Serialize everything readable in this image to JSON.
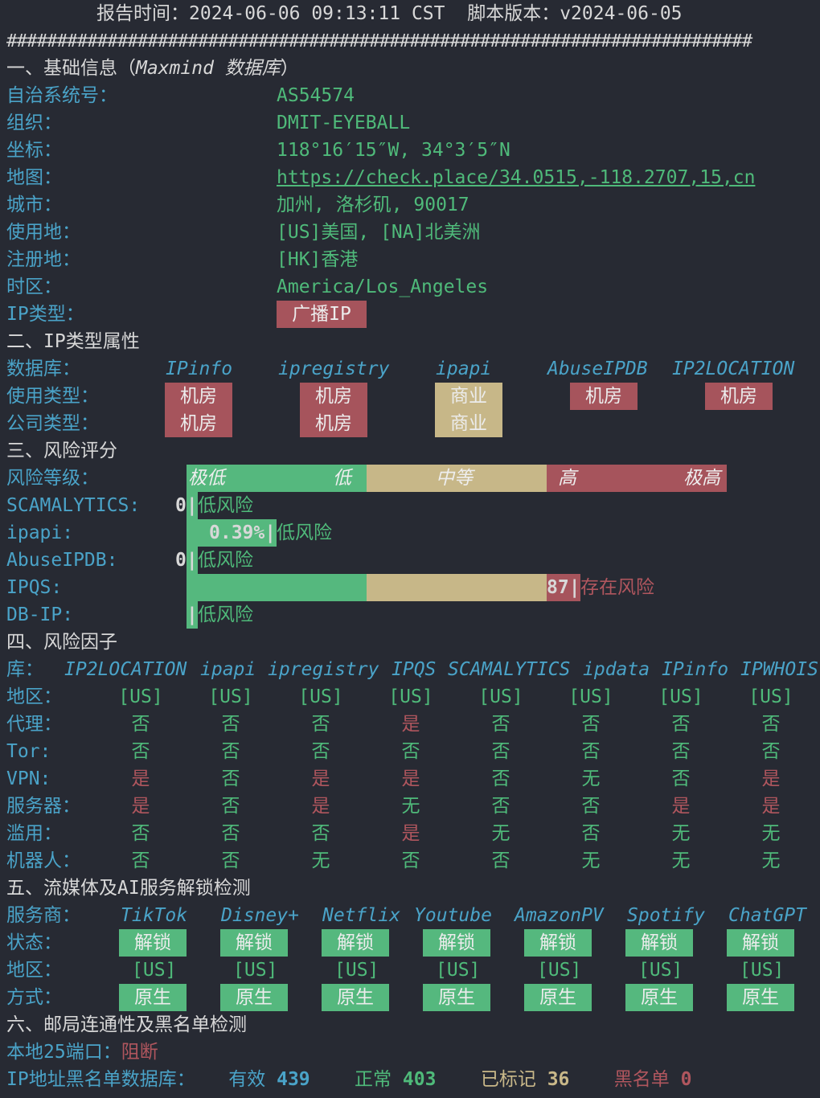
{
  "header": {
    "report_time_label": "报告时间：",
    "report_time": "2024-06-06 09:13:11 CST",
    "version_label": "脚本版本：",
    "version": "v2024-06-05"
  },
  "separator": "##########################################################################",
  "basic": {
    "title": "一、基础信息（",
    "title_italic": "Maxmind 数据库",
    "title_end": "）",
    "rows": [
      {
        "label": "自治系统号：",
        "value": "AS54574"
      },
      {
        "label": "组织：",
        "value": "DMIT-EYEBALL"
      },
      {
        "label": "坐标：",
        "value": "118°16′15″W, 34°3′5″N"
      },
      {
        "label": "地图：",
        "value": "https://check.place/34.0515,-118.2707,15,cn"
      },
      {
        "label": "城市：",
        "value": "加州, 洛杉矶, 90017"
      },
      {
        "label": "使用地：",
        "value": "[US]美国, [NA]北美洲"
      },
      {
        "label": "注册地：",
        "value": "[HK]香港"
      },
      {
        "label": "时区：",
        "value": "America/Los_Angeles"
      },
      {
        "label": "IP类型：",
        "value": "广播IP"
      }
    ]
  },
  "iptype": {
    "title": "二、IP类型属性",
    "db_label": "数据库：",
    "usage_label": "使用类型：",
    "company_label": "公司类型：",
    "dbs": [
      "IPinfo",
      "ipregistry",
      "ipapi",
      "AbuseIPDB",
      "IP2LOCATION"
    ],
    "usage": [
      "机房",
      "机房",
      "商业",
      "机房",
      "机房"
    ],
    "company": [
      "机房",
      "机房",
      "商业",
      "",
      ""
    ]
  },
  "risk": {
    "title": "三、风险评分",
    "level_label": "风险等级：",
    "levels": [
      "极低",
      "低",
      "中等",
      "高",
      "极高"
    ],
    "scores": [
      {
        "label": "SCAMALYTICS:",
        "score": "0",
        "verdict": "低风险"
      },
      {
        "label": "ipapi:",
        "score": "0.39%",
        "verdict": "低风险"
      },
      {
        "label": "AbuseIPDB:",
        "score": "0",
        "verdict": "低风险"
      },
      {
        "label": "IPQS:",
        "score": "87",
        "verdict": "存在风险"
      },
      {
        "label": "DB-IP:",
        "score": "",
        "verdict": "低风险"
      }
    ],
    "colors": {
      "low": "#55b87e",
      "mid": "#c7b788",
      "high": "#a6545c"
    }
  },
  "factors": {
    "title": "四、风险因子",
    "db_label": "库：",
    "dbs": [
      "IP2LOCATION",
      "ipapi",
      "ipregistry",
      "IPQS",
      "SCAMALYTICS",
      "ipdata",
      "IPinfo",
      "IPWHOIS"
    ],
    "rows": [
      {
        "label": "地区：",
        "values": [
          "[US]",
          "[US]",
          "[US]",
          "[US]",
          "[US]",
          "[US]",
          "[US]",
          "[US]"
        ]
      },
      {
        "label": "代理：",
        "values": [
          "否",
          "否",
          "否",
          "是",
          "否",
          "否",
          "否",
          "否"
        ]
      },
      {
        "label": "Tor:",
        "values": [
          "否",
          "否",
          "否",
          "否",
          "否",
          "否",
          "否",
          "否"
        ]
      },
      {
        "label": "VPN:",
        "values": [
          "是",
          "否",
          "是",
          "是",
          "否",
          "无",
          "否",
          "是"
        ]
      },
      {
        "label": "服务器：",
        "values": [
          "是",
          "否",
          "是",
          "无",
          "否",
          "否",
          "是",
          "是"
        ]
      },
      {
        "label": "滥用：",
        "values": [
          "否",
          "否",
          "否",
          "是",
          "无",
          "否",
          "无",
          "无"
        ]
      },
      {
        "label": "机器人：",
        "values": [
          "否",
          "否",
          "无",
          "否",
          "否",
          "无",
          "无",
          "无"
        ]
      }
    ]
  },
  "streaming": {
    "title": "五、流媒体及AI服务解锁检测",
    "provider_label": "服务商：",
    "status_label": "状态：",
    "region_label": "地区：",
    "method_label": "方式：",
    "services": [
      "TikTok",
      "Disney+",
      "Netflix",
      "Youtube",
      "AmazonPV",
      "Spotify",
      "ChatGPT"
    ],
    "status": [
      "解锁",
      "解锁",
      "解锁",
      "解锁",
      "解锁",
      "解锁",
      "解锁"
    ],
    "region": [
      "[US]",
      "[US]",
      "[US]",
      "[US]",
      "[US]",
      "[US]",
      "[US]"
    ],
    "method": [
      "原生",
      "原生",
      "原生",
      "原生",
      "原生",
      "原生",
      "原生"
    ]
  },
  "mail": {
    "title": "六、邮局连通性及黑名单检测",
    "port_label": "本地25端口：",
    "port_status": "阻断",
    "bl_label": "IP地址黑名单数据库：",
    "valid_label": "有效",
    "valid": "439",
    "normal_label": "正常",
    "normal": "403",
    "marked_label": "已标记",
    "marked": "36",
    "black_label": "黑名单",
    "black": "0"
  }
}
